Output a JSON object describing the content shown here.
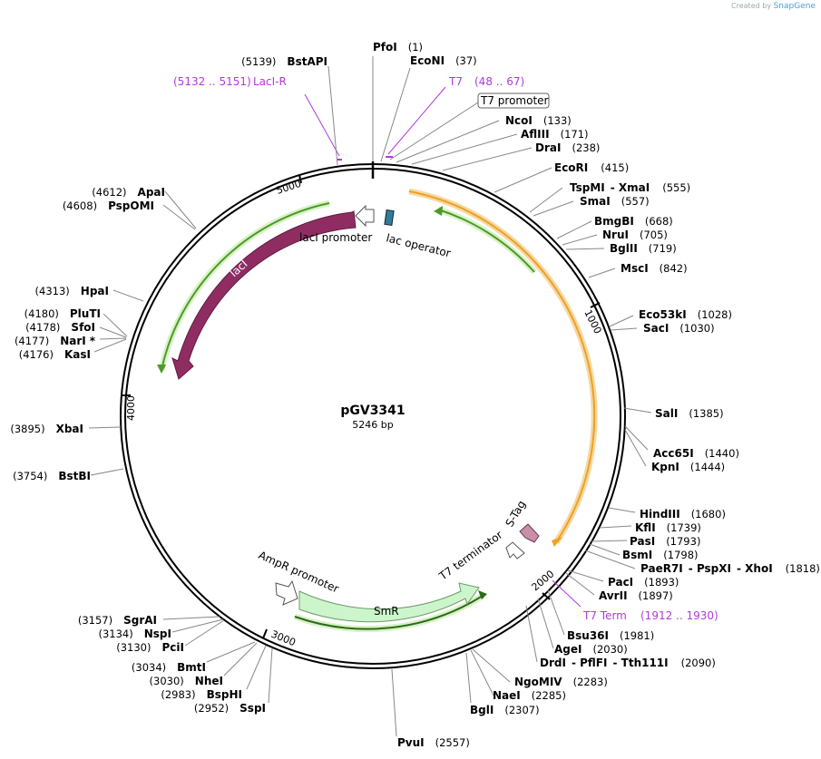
{
  "credit": {
    "prefix": "Created by",
    "brand": "SnapGene"
  },
  "plasmid": {
    "name": "pGV3341",
    "length_label": "5246 bp",
    "length": 5246
  },
  "ticks": [
    "1000",
    "2000",
    "3000",
    "4000",
    "5000"
  ],
  "sites": [
    {
      "name": "PfoI",
      "pos": "(1)"
    },
    {
      "name": "EcoNI",
      "pos": "(37)"
    },
    {
      "name": "NcoI",
      "pos": "(133)"
    },
    {
      "name": "AflIII",
      "pos": "(171)"
    },
    {
      "name": "DraI",
      "pos": "(238)"
    },
    {
      "name": "EcoRI",
      "pos": "(415)"
    },
    {
      "name": "TspMI",
      "name2": "XmaI",
      "pos": "(555)"
    },
    {
      "name": "SmaI",
      "pos": "(557)"
    },
    {
      "name": "BmgBI",
      "pos": "(668)"
    },
    {
      "name": "NruI",
      "pos": "(705)"
    },
    {
      "name": "BglII",
      "pos": "(719)"
    },
    {
      "name": "MscI",
      "pos": "(842)"
    },
    {
      "name": "Eco53kI",
      "pos": "(1028)"
    },
    {
      "name": "SacI",
      "pos": "(1030)"
    },
    {
      "name": "SalI",
      "pos": "(1385)"
    },
    {
      "name": "Acc65I",
      "pos": "(1440)"
    },
    {
      "name": "KpnI",
      "pos": "(1444)"
    },
    {
      "name": "HindIII",
      "pos": "(1680)"
    },
    {
      "name": "KflI",
      "pos": "(1739)"
    },
    {
      "name": "PasI",
      "pos": "(1793)"
    },
    {
      "name": "BsmI",
      "pos": "(1798)"
    },
    {
      "name": "PaeR7I",
      "name2": "PspXI",
      "name3": "XhoI",
      "pos": "(1818)"
    },
    {
      "name": "PacI",
      "pos": "(1893)"
    },
    {
      "name": "AvrII",
      "pos": "(1897)"
    },
    {
      "name": "Bsu36I",
      "pos": "(1981)"
    },
    {
      "name": "AgeI",
      "pos": "(2030)"
    },
    {
      "name": "DrdI",
      "name2": "PflFI",
      "name3": "Tth111I",
      "pos": "(2090)"
    },
    {
      "name": "NgoMIV",
      "pos": "(2283)"
    },
    {
      "name": "NaeI",
      "pos": "(2285)"
    },
    {
      "name": "BglI",
      "pos": "(2307)"
    },
    {
      "name": "PvuI",
      "pos": "(2557)"
    },
    {
      "name": "SspI",
      "pos": "(2952)"
    },
    {
      "name": "BspHI",
      "pos": "(2983)"
    },
    {
      "name": "NheI",
      "pos": "(3030)"
    },
    {
      "name": "BmtI",
      "pos": "(3034)"
    },
    {
      "name": "PciI",
      "pos": "(3130)"
    },
    {
      "name": "NspI",
      "pos": "(3134)"
    },
    {
      "name": "SgrAI",
      "pos": "(3157)"
    },
    {
      "name": "BstBI",
      "pos": "(3754)"
    },
    {
      "name": "XbaI",
      "pos": "(3895)"
    },
    {
      "name": "KasI",
      "pos": "(4176)"
    },
    {
      "name": "NarI",
      "pos": "(4177)",
      "suffix": "*"
    },
    {
      "name": "SfoI",
      "pos": "(4178)"
    },
    {
      "name": "PluTI",
      "pos": "(4180)"
    },
    {
      "name": "HpaI",
      "pos": "(4313)"
    },
    {
      "name": "PspOMI",
      "pos": "(4608)"
    },
    {
      "name": "ApaI",
      "pos": "(4612)"
    },
    {
      "name": "BstAPI",
      "pos": "(5139)"
    }
  ],
  "primers": [
    {
      "name": "T7",
      "range": "(48 .. 67)"
    },
    {
      "name": "LacI-R",
      "range": "(5132 .. 5151)"
    },
    {
      "name": "T7 Term",
      "range": "(1912 .. 1930)"
    }
  ],
  "features": {
    "t7_promoter": "T7 promoter",
    "laci": "lacI",
    "laci_promoter": "lacI promoter",
    "lac_operator": "lac operator",
    "smr": "SmR",
    "ampr_promoter": "AmpR promoter",
    "t7_terminator": "T7 terminator",
    "s_tag": "S-Tag"
  },
  "colors": {
    "laci": "#8f2d63",
    "smr": "#ccf5cc",
    "s_tag": "#c98ea8",
    "lac_operator": "#2f7d9a",
    "orf_orange": "#f0a020",
    "orf_green": "#4c9a2a",
    "primer": "#b23ad9"
  }
}
